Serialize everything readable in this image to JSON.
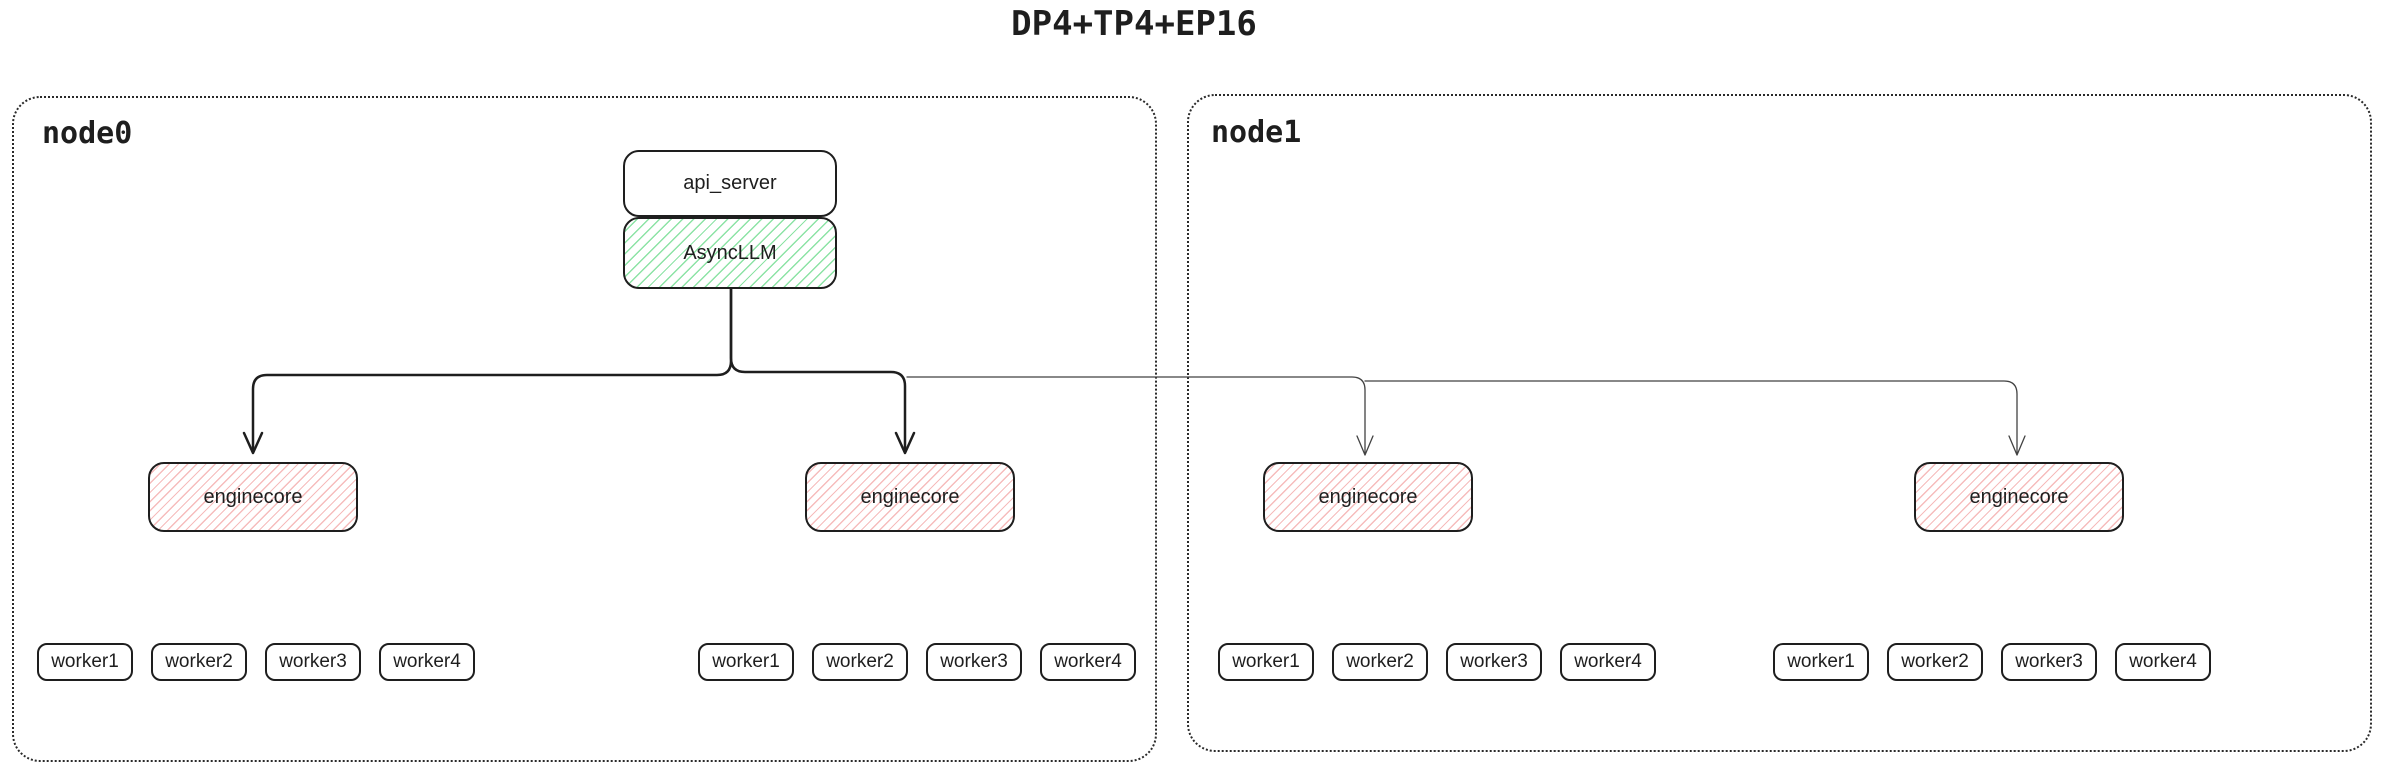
{
  "title": "DP4+TP4+EP16",
  "nodes": [
    {
      "label": "node0"
    },
    {
      "label": "node1"
    }
  ],
  "api_server": {
    "label": "api_server"
  },
  "async_llm": {
    "label": "AsyncLLM"
  },
  "enginecores": [
    "enginecore",
    "enginecore",
    "enginecore",
    "enginecore"
  ],
  "worker_groups": [
    {
      "node": "node0",
      "workers": [
        "worker1",
        "worker2",
        "worker3",
        "worker4"
      ]
    },
    {
      "node": "node0",
      "workers": [
        "worker1",
        "worker2",
        "worker3",
        "worker4"
      ]
    },
    {
      "node": "node1",
      "workers": [
        "worker1",
        "worker2",
        "worker3",
        "worker4"
      ]
    },
    {
      "node": "node1",
      "workers": [
        "worker1",
        "worker2",
        "worker3",
        "worker4"
      ]
    }
  ],
  "colors": {
    "stroke": "#1e1e1e",
    "green_hatch": "#8ce3a5",
    "red_hatch": "#f6bcbc",
    "thin_edge": "#424242",
    "background": "#ffffff"
  }
}
